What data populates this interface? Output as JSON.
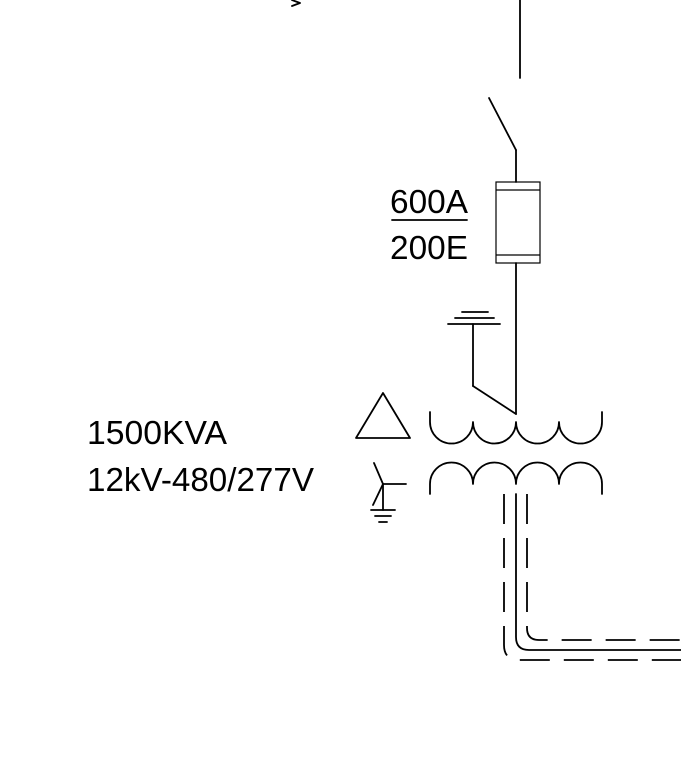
{
  "fuse": {
    "rating_top": "600A",
    "rating_bottom": "200E"
  },
  "transformer": {
    "rating": "1500KVA",
    "voltage": "12kV-480/277V",
    "primary_icon": "delta-icon",
    "secondary_icon": "wye-grounded-icon"
  }
}
